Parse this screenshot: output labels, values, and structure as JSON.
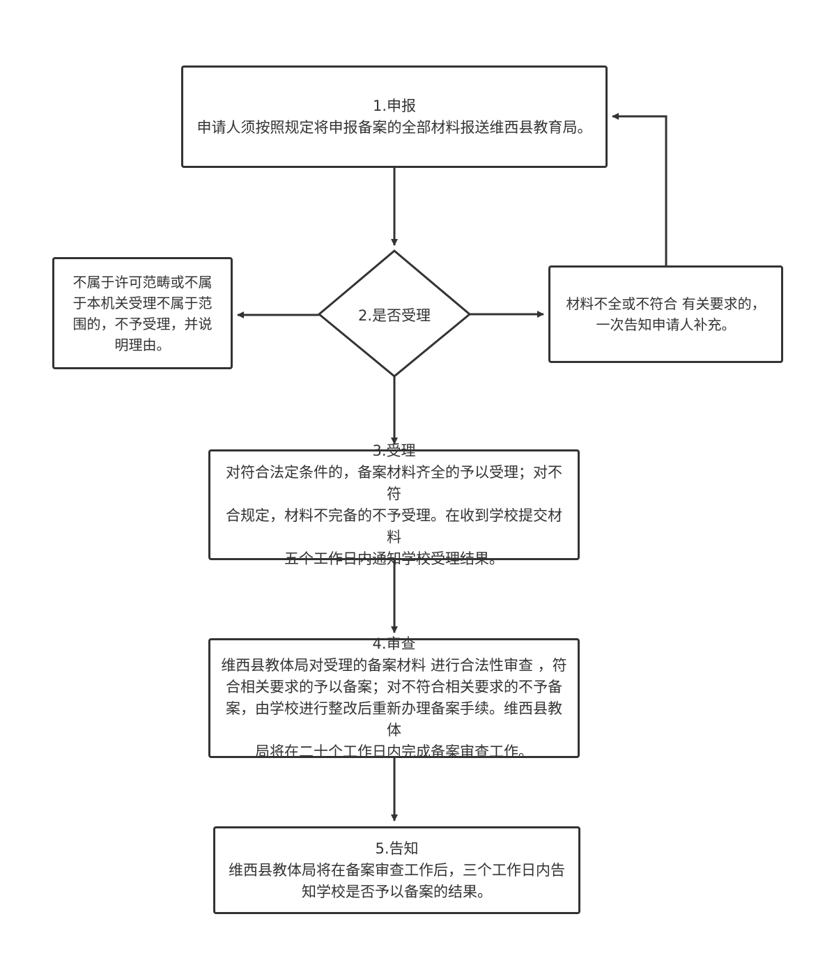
{
  "nodes": {
    "apply": {
      "title": "1.申报",
      "desc": "申请人须按照规定将申报备案的全部材料报送维西县教育局。"
    },
    "decision": {
      "title": "2.是否受理"
    },
    "reject": {
      "desc": "不属于许可范畴或不属\n于本机关受理不属于范\n围的，不予受理，并说\n明理由。"
    },
    "supply": {
      "desc": "材料不全或不符合 有关要求的，\n一次告知申请人补充。"
    },
    "accept": {
      "title": "3.受理",
      "desc": "对符合法定条件的，备案材料齐全的予以受理；对不符\n合规定，材料不完备的不予受理。在收到学校提交材料\n五个工作日内通知学校受理结果。"
    },
    "review": {
      "title": "4.审查",
      "desc": "维西县教体局对受理的备案材料 进行合法性审查 ，符\n合相关要求的予以备案；对不符合相关要求的不予备\n案，由学校进行整改后重新办理备案手续。维西县教体\n局将在二十个工作日内完成备案审查工作。"
    },
    "notify": {
      "title": "5.告知",
      "desc": "维西县教体局将在备案审查工作后，三个工作日内告\n知学校是否予以备案的结果。"
    }
  },
  "colors": {
    "stroke": "#333333",
    "background": "#ffffff"
  }
}
